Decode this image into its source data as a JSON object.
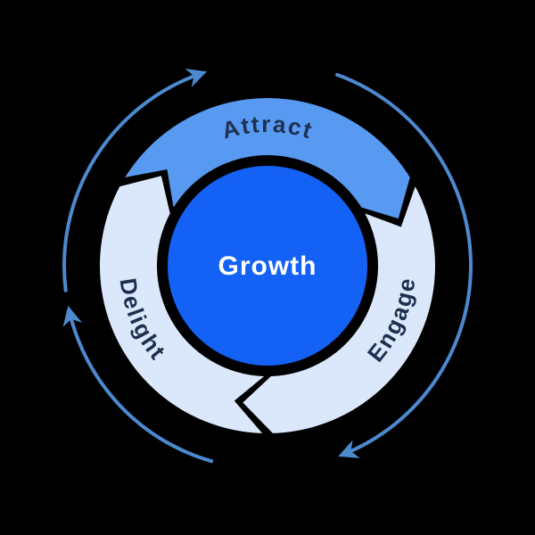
{
  "diagram": {
    "type": "flywheel",
    "center_label": "Growth",
    "segments": [
      {
        "label": "Attract",
        "start": 300,
        "end": 420,
        "color": "#5899f2",
        "label_center": 0,
        "label_flipped": false
      },
      {
        "label": "Engage",
        "start": 60,
        "end": 180,
        "color": "#dbe8fb",
        "label_center": 113,
        "label_flipped": true
      },
      {
        "label": "Delight",
        "start": 180,
        "end": 300,
        "color": "#dbe8fb",
        "label_center": 247,
        "label_flipped": true
      }
    ],
    "arrows": [
      {
        "start": 263,
        "end": 341
      },
      {
        "start": 20,
        "end": 158
      },
      {
        "start": 196,
        "end": 257
      }
    ],
    "colors": {
      "background": "#000000",
      "attract_segment": "#5899f2",
      "light_segment": "#dbe8fb",
      "center_circle": "#1361f5",
      "arrow": "#4c89cf",
      "segment_label": "#1e3050",
      "center_label_color": "#ffffff"
    }
  }
}
